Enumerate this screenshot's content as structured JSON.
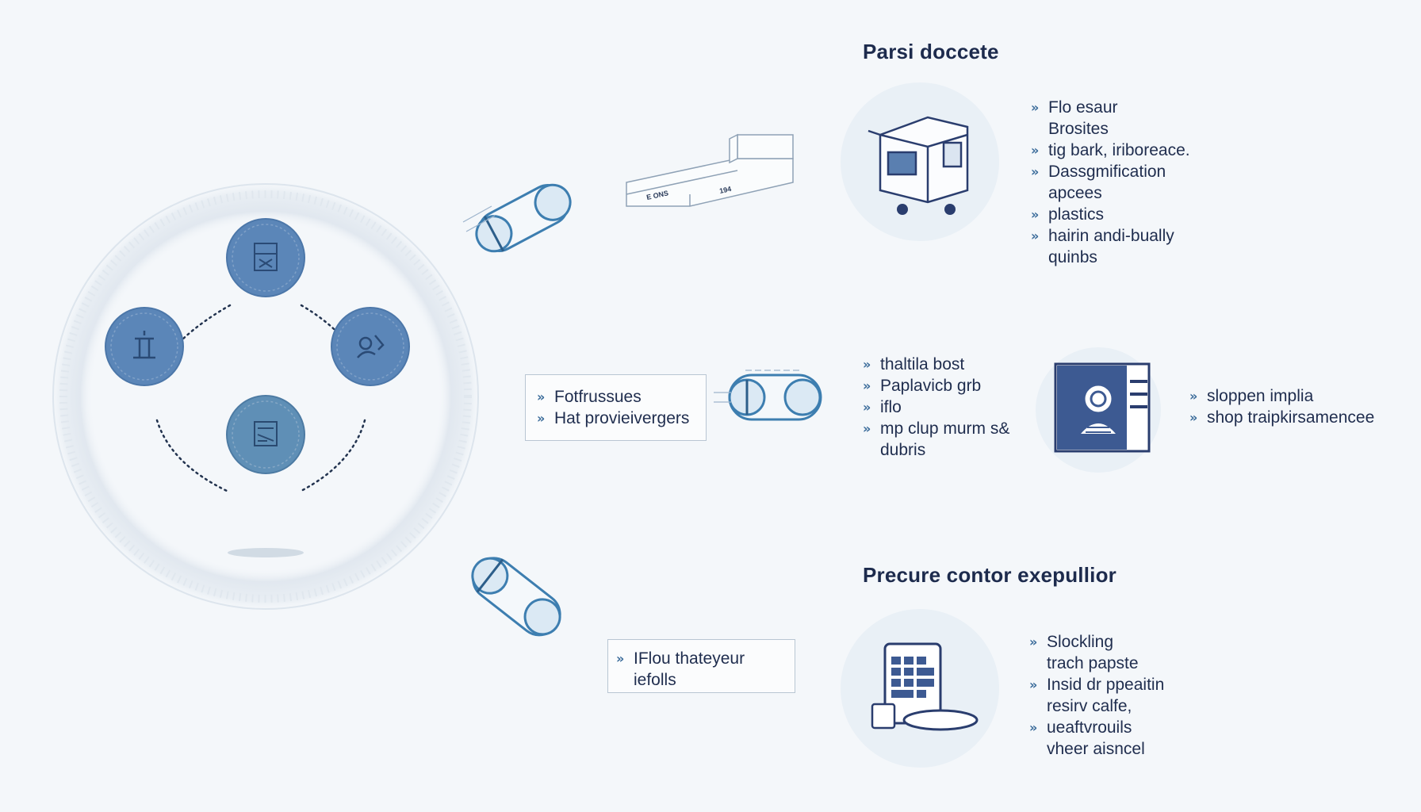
{
  "colors": {
    "background": "#f4f7fa",
    "text": "#1f2d4e",
    "accent": "#3a6b9a",
    "node_fill": "#5b86b8",
    "icon_circle": "#e9f0f6"
  },
  "hub": {
    "nodes": [
      {
        "name": "top-node",
        "icon": "building-icon"
      },
      {
        "name": "left-node",
        "icon": "pillar-icon"
      },
      {
        "name": "right-node",
        "icon": "gear-person-icon"
      },
      {
        "name": "bottom-node",
        "icon": "document-icon"
      }
    ]
  },
  "section1": {
    "title": "Parsi doccete",
    "icon": "machine-cart-icon",
    "bullets": [
      {
        "text": "Flo esaur",
        "cont": "Brosites"
      },
      {
        "text": "tig bark, iriboreace.",
        "cont": ""
      },
      {
        "text": "Dassgmification",
        "cont": "apcees"
      },
      {
        "text": "plastics",
        "cont": ""
      },
      {
        "text": "hairin andi-bually",
        "cont": "quinbs"
      }
    ]
  },
  "tray": {
    "label_left": "E ONS",
    "label_right": "194"
  },
  "section2": {
    "box_items": [
      "Fotfrussues",
      "Hat provieivergers"
    ],
    "bullets": [
      {
        "text": "thaltila bost",
        "cont": ""
      },
      {
        "text": "Paplavicb grb",
        "cont": ""
      },
      {
        "text": "iflo",
        "cont": ""
      },
      {
        "text": "mp clup murm s&",
        "cont": "dubris"
      }
    ],
    "icon": "terminal-device-icon",
    "side_bullets": [
      "sloppen implia",
      "shop traipkirsamencee"
    ]
  },
  "section3": {
    "title": "Precure contor exepullior",
    "box_items": [
      "IFlou thateyeur",
      "iefolls"
    ],
    "icon": "tablet-grid-icon",
    "bullets": [
      {
        "text": "Slockling",
        "cont": "trach papste"
      },
      {
        "text": "Insid dr ppeaitin",
        "cont": "resirv calfe,"
      },
      {
        "text": "ueaftvrouils",
        "cont": "vheer aisncel"
      }
    ]
  }
}
